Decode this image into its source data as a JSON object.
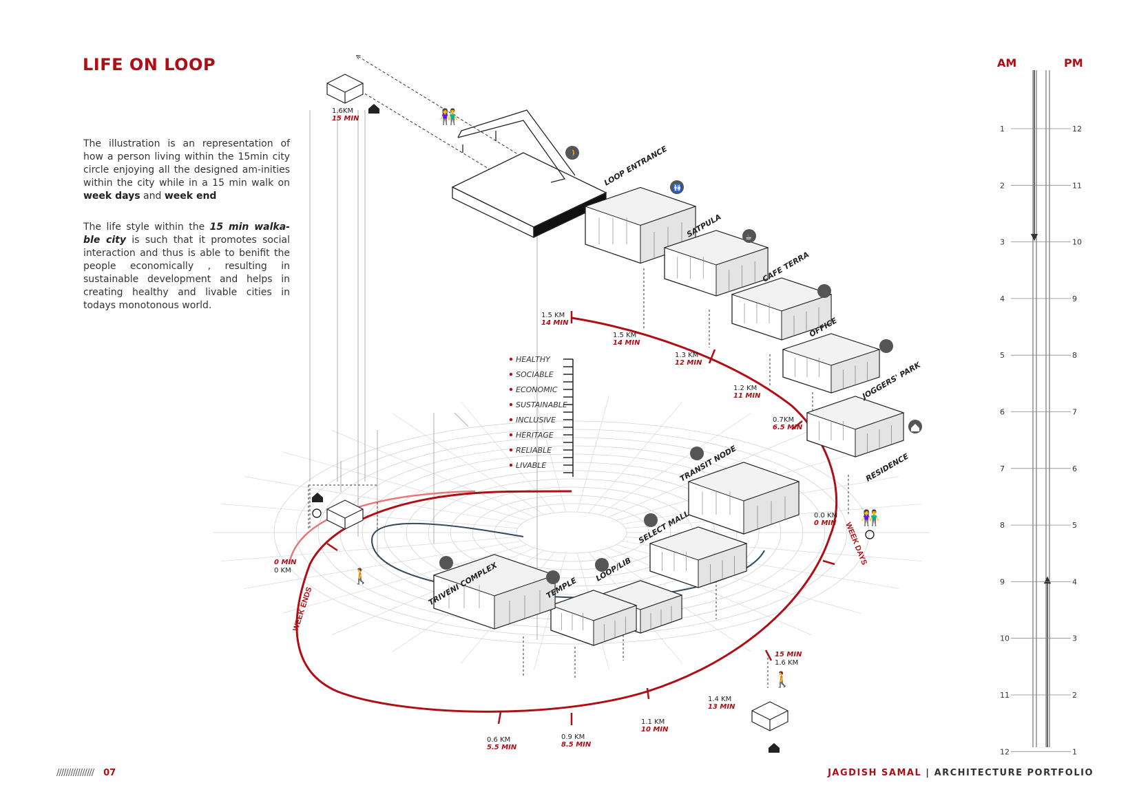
{
  "title": "LIFE ON LOOP",
  "intro": {
    "p1_start": "The illustration is an  representation of how a person living within the  15min city circle enjoying all the designed am-inities within the city while in a 15 min walk on ",
    "p1_bold1": "week days",
    "p1_and": " and ",
    "p1_bold2": "week end",
    "p2_start": "The  life style within the ",
    "p2_italic": "15 min walka-ble city",
    "p2_end": " is such that it promotes social interaction and thus is able to benifit the people economically , resulting in sustainable development and helps in creating healthy and livable cities in todays monotonous world."
  },
  "qualities": [
    "HEALTHY",
    "SOCIABLE",
    "ECONOMIC",
    "SUSTAINABLE",
    "INCLUSIVE",
    "HERITAGE",
    "RELIABLE",
    "LIVABLE"
  ],
  "stops": [
    {
      "name": "LOOP ENTRANCE"
    },
    {
      "name": "SATPULA"
    },
    {
      "name": "CAFE TERRA"
    },
    {
      "name": "OFFICE"
    },
    {
      "name": "JOGGERS' PARK"
    },
    {
      "name": "RESIDENCE"
    },
    {
      "name": "TRANSIT NODE"
    },
    {
      "name": "SELECT MALL"
    },
    {
      "name": "LOOP/LIB"
    },
    {
      "name": "TEMPLE"
    },
    {
      "name": "TRIVENI COMPLEX"
    }
  ],
  "distances": [
    {
      "km": "1.6KM",
      "min": "15 MIN"
    },
    {
      "km": "1.5 KM",
      "min": "14 MIN"
    },
    {
      "km": "1.5 KM",
      "min": "14 MIN"
    },
    {
      "km": "1.3 KM",
      "min": "12 MIN"
    },
    {
      "km": "1.2 KM",
      "min": "11 MIN"
    },
    {
      "km": "0.7KM",
      "min": "6.5 MIN"
    },
    {
      "km": "0.0 KM",
      "min": "0 MIN"
    },
    {
      "km": "1.6 KM",
      "min": "15 MIN"
    },
    {
      "km": "1.4 KM",
      "min": "13 MIN"
    },
    {
      "km": "1.1 KM",
      "min": "10 MIN"
    },
    {
      "km": "0.9 KM",
      "min": "8.5 MIN"
    },
    {
      "km": "0.6 KM",
      "min": "5.5 MIN"
    },
    {
      "km": "0 KM",
      "min": "0 MIN"
    }
  ],
  "loop_labels": {
    "week_days": "WEEK DAYS",
    "week_ends": "WEEK ENDS"
  },
  "timeline": {
    "am_label": "AM",
    "pm_label": "PM",
    "am_ticks": [
      "1",
      "2",
      "3",
      "4",
      "5",
      "6",
      "7",
      "8",
      "9",
      "10",
      "11",
      "12"
    ],
    "pm_ticks": [
      "12",
      "11",
      "10",
      "9",
      "8",
      "7",
      "6",
      "5",
      "4",
      "3",
      "2",
      "1"
    ]
  },
  "footer": {
    "slashes": "////////////////",
    "page": "07",
    "author": "JAGDISH SAMAL",
    "separator": " | ",
    "portfolio": "ARCHITECTURE PORTFOLIO"
  },
  "icons": [
    "home-icon",
    "walking-person-icon",
    "people-icon",
    "restroom-icon",
    "coffee-cup-icon",
    "shop-icon",
    "alarm-clock-icon",
    "bus-icon",
    "temple-icon",
    "library-icon"
  ],
  "colors": {
    "accent": "#b00d14",
    "loop_inner": "#34495e",
    "line": "#222222",
    "grid": "#cfcfcf"
  }
}
